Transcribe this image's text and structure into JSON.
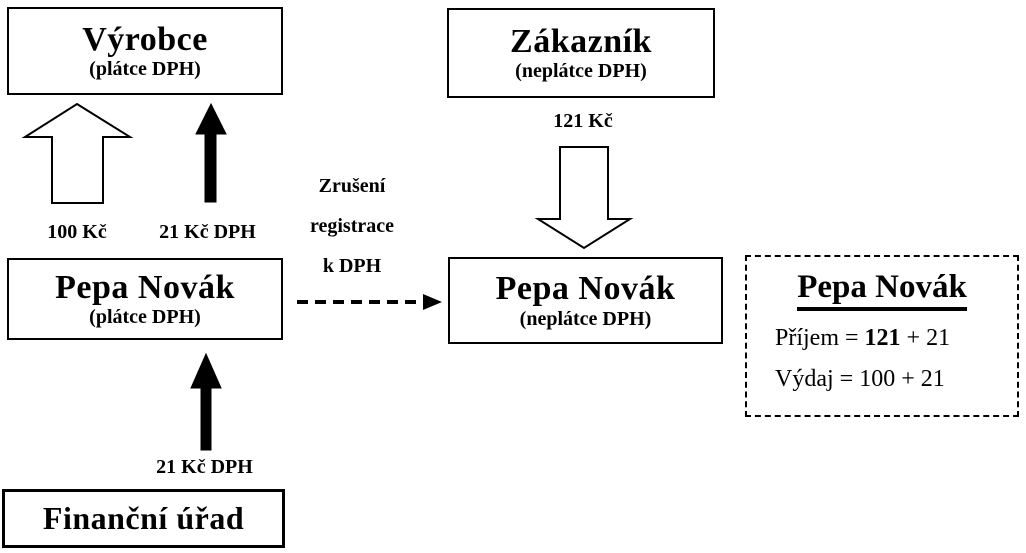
{
  "diagram": {
    "boxes": {
      "vyrobce": {
        "title": "Výrobce",
        "subtitle": "(plátce DPH)"
      },
      "zakaznik": {
        "title": "Zákazník",
        "subtitle": "(neplátce DPH)"
      },
      "pepa_platce": {
        "title": "Pepa Novák",
        "subtitle": "(plátce DPH)"
      },
      "pepa_neplatce": {
        "title": "Pepa Novák",
        "subtitle": "(neplátce DPH)"
      },
      "financni_urad": {
        "title": "Finanční úřad"
      }
    },
    "labels": {
      "price_net": "100 Kč",
      "vat_to_vyrobce": "21 Kč DPH",
      "price_gross": "121 Kč",
      "vat_to_finance": "21 Kč DPH",
      "transition": [
        "Zrušení",
        "registrace",
        "k DPH"
      ]
    },
    "summary": {
      "title": "Pepa Novák",
      "income_prefix": "Příjem = ",
      "income_bold": "121",
      "income_suffix": " + 21",
      "expense": "Výdaj = 100 + 21"
    },
    "colors": {
      "foreground": "#000000",
      "background": "#ffffff"
    }
  }
}
